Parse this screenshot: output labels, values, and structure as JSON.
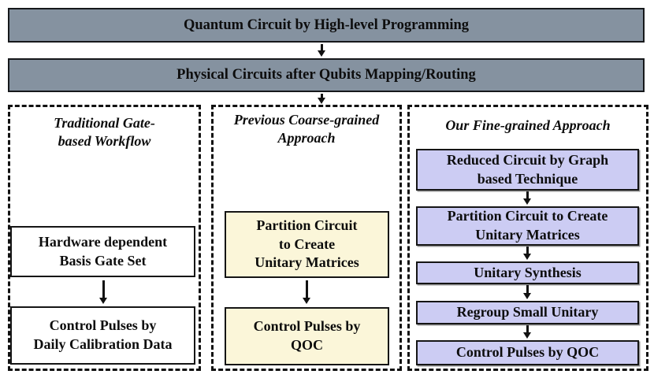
{
  "header": {
    "bar1": "Quantum Circuit by High-level Programming",
    "bar2": "Physical Circuits after Qubits Mapping/Routing"
  },
  "columns": [
    {
      "title": "Traditional Gate-\nbased Workflow",
      "boxes": [
        {
          "label": "Hardware dependent\nBasis Gate Set"
        },
        {
          "label": "Control Pulses by\nDaily Calibration Data"
        }
      ]
    },
    {
      "title": "Previous Coarse-grained\nApproach",
      "boxes": [
        {
          "label": "Partition Circuit\nto Create\nUnitary Matrices"
        },
        {
          "label": "Control Pulses by\nQOC"
        }
      ]
    },
    {
      "title": "Our Fine-grained Approach",
      "boxes": [
        {
          "label": "Reduced Circuit by Graph\nbased Technique"
        },
        {
          "label": "Partition Circuit to Create\nUnitary Matrices"
        },
        {
          "label": "Unitary Synthesis"
        },
        {
          "label": "Regroup Small Unitary"
        },
        {
          "label": "Control Pulses by QOC"
        }
      ]
    }
  ],
  "colors": {
    "header_fill": "#8592a0",
    "traditional_box_fill": "#ffffff",
    "coarse_box_fill": "#fbf6d9",
    "fine_box_fill": "#ccccf3",
    "border": "#111111",
    "text": "#0d0d0d"
  }
}
